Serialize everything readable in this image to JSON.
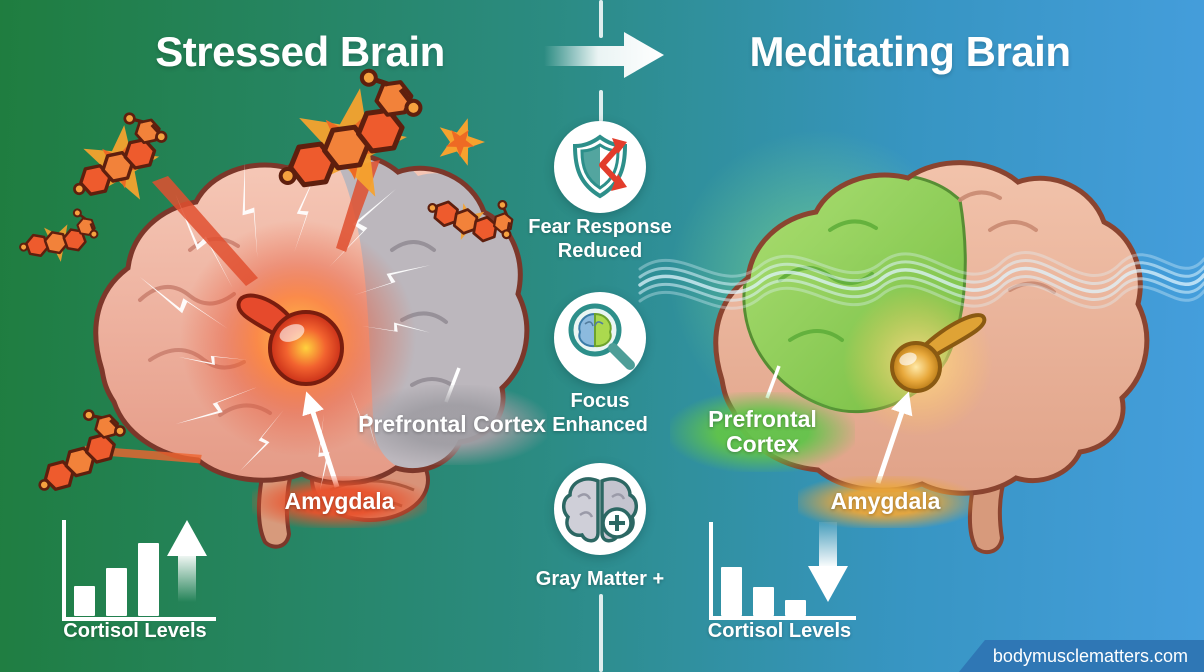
{
  "infographic": {
    "left": {
      "title": "Stressed Brain",
      "prefrontal_label": "Prefrontal Cortex",
      "amygdala_label": "Amygdala",
      "chart_caption": "Cortisol Levels"
    },
    "center": {
      "items": [
        {
          "icon": "shield-deflect-icon",
          "label": "Fear Response Reduced"
        },
        {
          "icon": "magnifier-brain-icon",
          "label": "Focus Enhanced"
        },
        {
          "icon": "brain-plus-icon",
          "label": "Gray Matter +"
        }
      ]
    },
    "right": {
      "title": "Meditating Brain",
      "prefrontal_label": "Prefrontal Cortex",
      "amygdala_label": "Amygdala",
      "chart_caption": "Cortisol Levels",
      "watermark": "bodymusclematters.com"
    },
    "colors": {
      "bg_left_green": "#1f7d3f",
      "bg_mid_teal": "#2b8b82",
      "bg_right_blue": "#459edd",
      "stress_red": "#e9522c",
      "calm_green": "#61c44a",
      "calm_gold": "#eba73b",
      "icon_teal": "#2d8f8a",
      "white": "#ffffff"
    }
  },
  "chart_data": [
    {
      "type": "bar",
      "title": "Cortisol Levels (stressed brain)",
      "values": [
        30,
        48,
        73
      ],
      "trend": "rising",
      "arrow": "up",
      "caption": "Cortisol Levels"
    },
    {
      "type": "bar",
      "title": "Cortisol Levels (meditating brain)",
      "values": [
        49,
        29,
        16
      ],
      "trend": "falling",
      "arrow": "down",
      "caption": "Cortisol Levels"
    }
  ]
}
